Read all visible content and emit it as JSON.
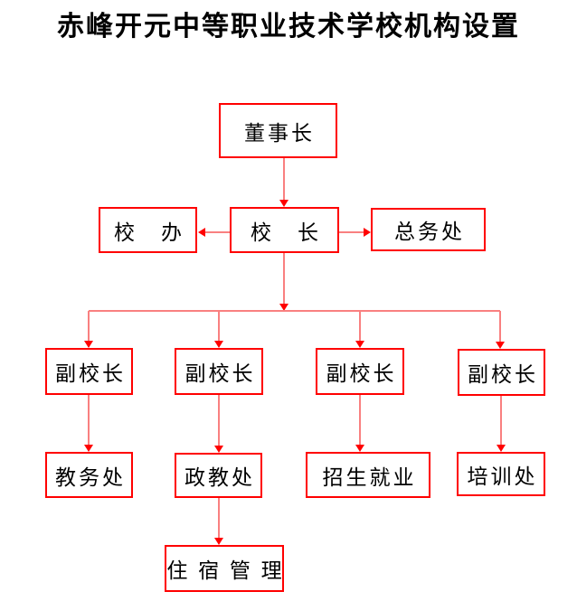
{
  "title": "赤峰开元中等职业技术学校机构设置",
  "colors": {
    "box_border": "#ff0000",
    "connector_line": "#f98080",
    "arrow_head": "#ff0000",
    "text": "#000000",
    "background": "#ffffff"
  },
  "org_chart": {
    "nodes": {
      "chairman": {
        "label": "董事长"
      },
      "school_office": {
        "label": "校　办"
      },
      "principal": {
        "label": "校　长"
      },
      "general_affairs": {
        "label": "总务处"
      },
      "vice_principal_1": {
        "label": "副校长"
      },
      "vice_principal_2": {
        "label": "副校长"
      },
      "vice_principal_3": {
        "label": "副校长"
      },
      "vice_principal_4": {
        "label": "副校长"
      },
      "academic_affairs": {
        "label": "教务处"
      },
      "political_education": {
        "label": "政教处"
      },
      "admissions_employment": {
        "label": "招生就业"
      },
      "training_office": {
        "label": "培训处"
      },
      "accommodation_management": {
        "label": "住 宿 管 理"
      }
    },
    "edges": [
      {
        "from": "chairman",
        "to": "principal"
      },
      {
        "from": "principal",
        "to": "school_office"
      },
      {
        "from": "principal",
        "to": "general_affairs"
      },
      {
        "from": "principal",
        "to": "vice_principal_1"
      },
      {
        "from": "principal",
        "to": "vice_principal_2"
      },
      {
        "from": "principal",
        "to": "vice_principal_3"
      },
      {
        "from": "principal",
        "to": "vice_principal_4"
      },
      {
        "from": "vice_principal_1",
        "to": "academic_affairs"
      },
      {
        "from": "vice_principal_2",
        "to": "political_education"
      },
      {
        "from": "vice_principal_3",
        "to": "admissions_employment"
      },
      {
        "from": "vice_principal_4",
        "to": "training_office"
      },
      {
        "from": "political_education",
        "to": "accommodation_management"
      }
    ]
  }
}
